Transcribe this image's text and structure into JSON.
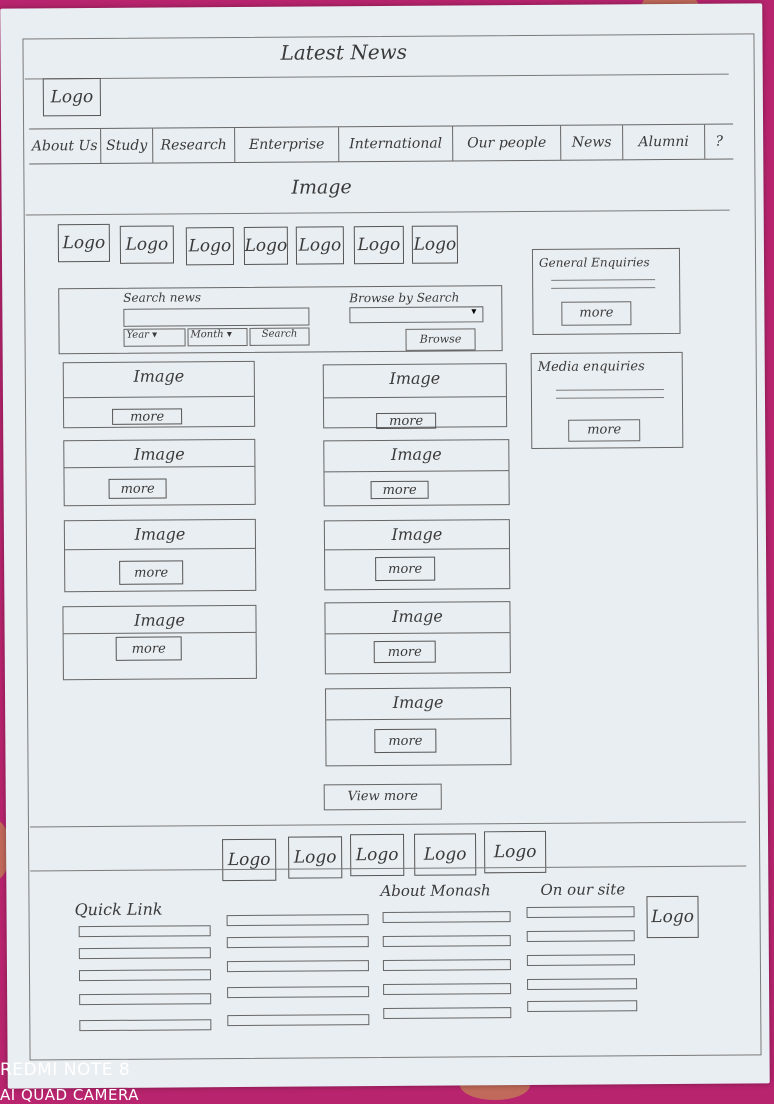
{
  "page_title": "Latest News",
  "header_logo": "Logo",
  "nav": [
    "About Us",
    "Study",
    "Research",
    "Enterprise",
    "International",
    "Our people",
    "News",
    "Alumni",
    "?"
  ],
  "banner_image": "Image",
  "partner_logos": [
    "Logo",
    "Logo",
    "Logo",
    "Logo",
    "Logo",
    "Logo",
    "Logo"
  ],
  "search": {
    "label": "Search news",
    "year": "Year",
    "month": "Month",
    "search_button": "Search",
    "browse_label": "Browse by Search",
    "browse_button": "Browse"
  },
  "sidebar": [
    {
      "title": "General Enquiries",
      "more": "more"
    },
    {
      "title": "Media enquiries",
      "more": "more"
    }
  ],
  "news_left": [
    {
      "image": "Image",
      "more": "more"
    },
    {
      "image": "Image",
      "more": "more"
    },
    {
      "image": "Image",
      "more": "more"
    },
    {
      "image": "Image",
      "more": "more"
    }
  ],
  "news_right": [
    {
      "image": "Image",
      "more": "more"
    },
    {
      "image": "Image",
      "more": "more"
    },
    {
      "image": "Image",
      "more": "more"
    },
    {
      "image": "Image",
      "more": "more"
    },
    {
      "image": "Image",
      "more": "more"
    }
  ],
  "view_more": "View more",
  "footer_logos": [
    "Logo",
    "Logo",
    "Logo",
    "Logo",
    "Logo"
  ],
  "footer": {
    "quick_link": "Quick Link",
    "about": "About Monash",
    "on_site": "On our site",
    "logo": "Logo"
  },
  "watermark": {
    "line1": "REDMI NOTE 8",
    "line2": "AI QUAD CAMERA"
  }
}
